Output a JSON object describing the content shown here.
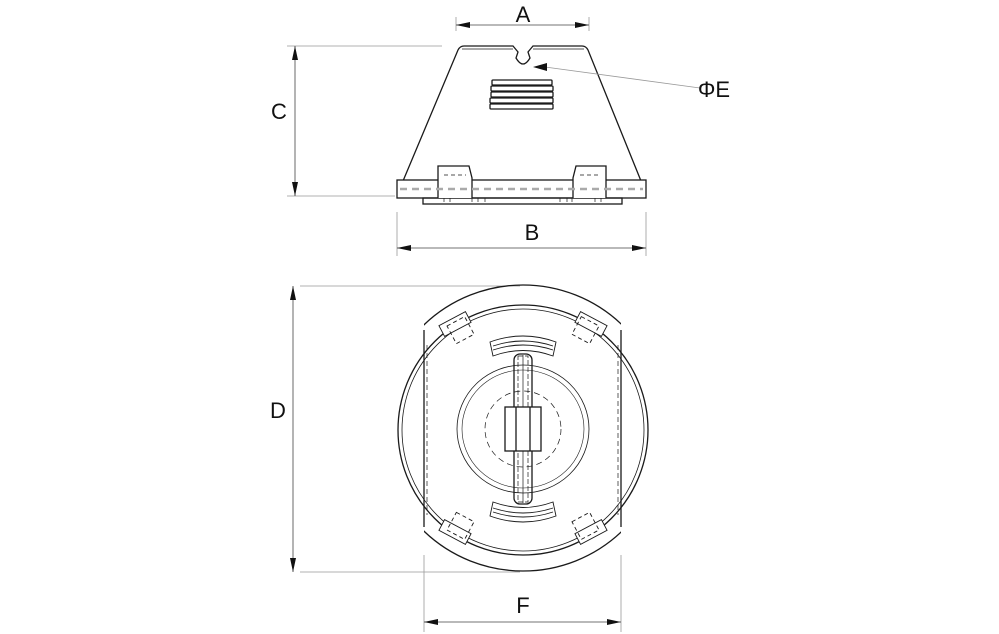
{
  "labels": {
    "a": "A",
    "b": "B",
    "c": "C",
    "d": "D",
    "e": "ΦE",
    "f": "F"
  },
  "colors": {
    "line": "#1a1a1a",
    "thin": "#999999"
  }
}
